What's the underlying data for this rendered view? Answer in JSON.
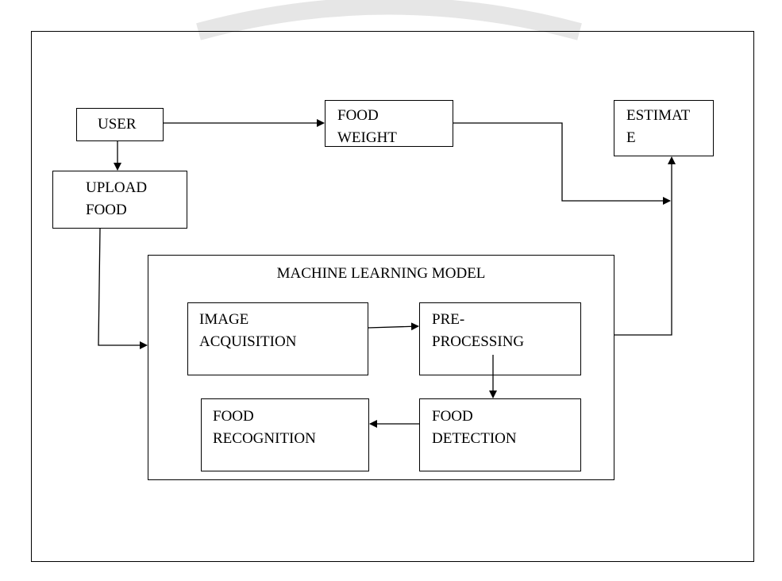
{
  "diagram": {
    "nodes": {
      "user": "USER",
      "upload_food": "UPLOAD\nFOOD",
      "food_weight": "FOOD\nWEIGHT",
      "estimate": "ESTIMAT\nE",
      "ml_model": "MACHINE LEARNING MODEL",
      "image_acquisition": "IMAGE\nACQUISITION",
      "pre_processing": "PRE-\nPROCESSING",
      "food_detection": "FOOD\nDETECTION",
      "food_recognition": "FOOD\nRECOGNITION"
    },
    "edges": [
      {
        "from": "user",
        "to": "food_weight"
      },
      {
        "from": "user",
        "to": "upload_food"
      },
      {
        "from": "upload_food",
        "to": "ml_model"
      },
      {
        "from": "food_weight",
        "to": "estimate"
      },
      {
        "from": "ml_model",
        "to": "estimate"
      },
      {
        "from": "image_acquisition",
        "to": "pre_processing"
      },
      {
        "from": "pre_processing",
        "to": "food_detection"
      },
      {
        "from": "food_detection",
        "to": "food_recognition"
      }
    ]
  }
}
